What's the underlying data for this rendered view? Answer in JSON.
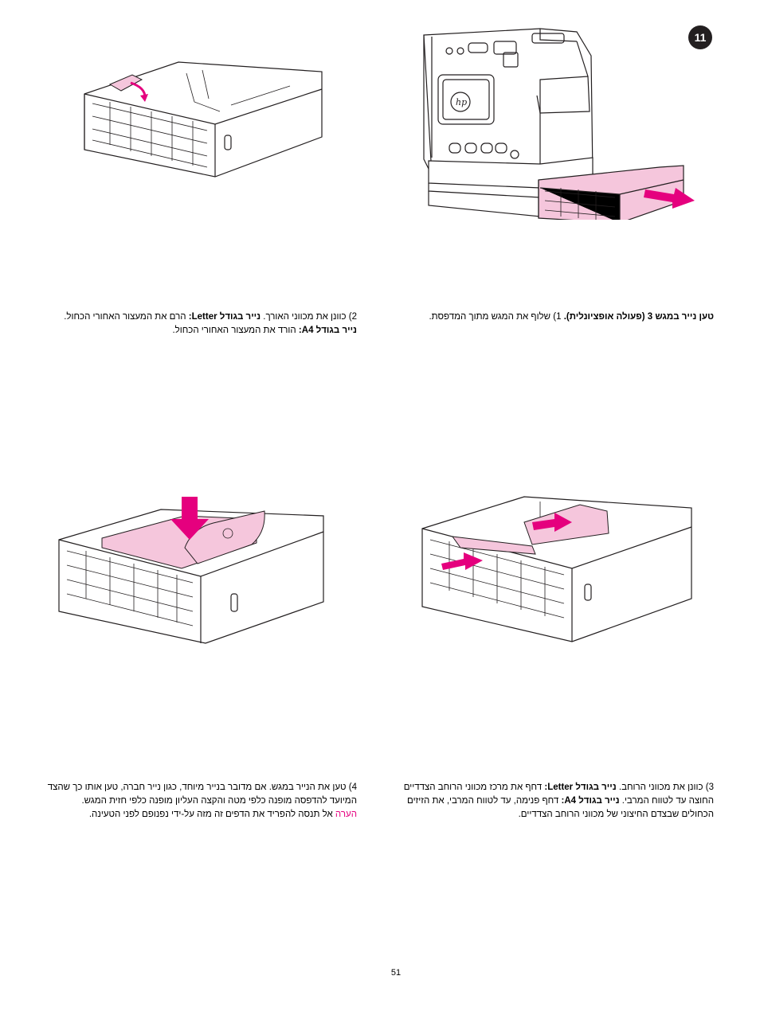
{
  "step_number": "11",
  "page_number": "51",
  "colors": {
    "accent": "#e5007e",
    "paper_pink": "#f5c6dc",
    "arrow_magenta": "#e5007e",
    "badge": "#231f20"
  },
  "captions": {
    "step1": {
      "title": "טען נייר במגש 3 (פעולה אופציונלית).",
      "number": "1)",
      "text": "שלוף את המגש מתוך המדפסת."
    },
    "step2": {
      "number": "2)",
      "text_a": "כוונן את מכווני האורך.",
      "letter_label": "נייר בגודל Letter:",
      "letter_text": "הרם את המעצור האחורי הכחול.",
      "a4_label": "נייר בגודל A4:",
      "a4_text": "הורד את המעצור האחורי הכחול."
    },
    "step3": {
      "number": "3)",
      "text_a": "כוונן את מכווני הרוחב.",
      "letter_label": "נייר בגודל Letter:",
      "letter_text": "דחף את מרכז מכווני הרוחב הצדדיים החוצה עד לטווח המרבי.",
      "a4_label": "נייר בגודל A4:",
      "a4_text": "דחף פנימה, עד לטווח המרבי, את הזיזים הכחולים שבצדם החיצוני של מכווני הרוחב הצדדיים."
    },
    "step4": {
      "number": "4)",
      "text": "טען את הנייר במגש. אם מדובר בנייר מיוחד, כגון נייר חברה, טען אותו כך שהצד המיועד להדפסה מופנה כלפי מטה והקצה העליון מופנה כלפי חזית המגש.",
      "note_label": "הערה",
      "note_text": "אל תנסה להפריד את הדפים זה מזה על-ידי נפנופם לפני הטעינה."
    }
  },
  "logo_text": "hp"
}
